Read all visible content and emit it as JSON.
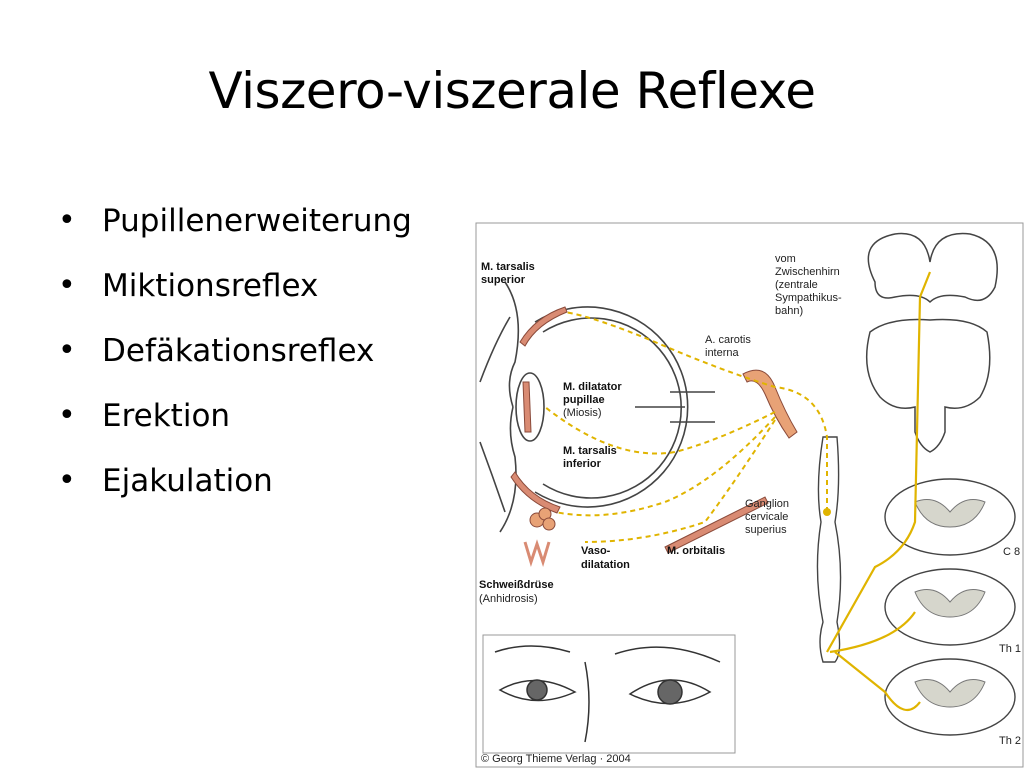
{
  "title": "Viszero-viszerale Reflexe",
  "bullets": [
    "Pupillenerweiterung",
    "Miktionsreflex",
    "Defäkationsreflex",
    "Erektion",
    "Ejakulation"
  ],
  "figure": {
    "labels": {
      "tarsalis_superior_1": "M. tarsalis",
      "tarsalis_superior_2": "superior",
      "dilatator_1": "M. dilatator",
      "dilatator_2": "pupillae",
      "dilatator_3": "(Miosis)",
      "tarsalis_inferior_1": "M. tarsalis",
      "tarsalis_inferior_2": "inferior",
      "carotis_1": "A. carotis",
      "carotis_2": "interna",
      "zwischenhirn_1": "vom",
      "zwischenhirn_2": "Zwischenhirn",
      "zwischenhirn_3": "(zentrale",
      "zwischenhirn_4": "Sympathikus-",
      "zwischenhirn_5": "bahn)",
      "ganglion_1": "Ganglion",
      "ganglion_2": "cervicale",
      "ganglion_3": "superius",
      "vaso_1": "Vaso-",
      "vaso_2": "dilatation",
      "orbitalis": "M. orbitalis",
      "schweiss_1": "Schweißdrüse",
      "schweiss_2": "(Anhidrosis)",
      "c8": "C 8",
      "th1": "Th 1",
      "th2": "Th 2",
      "copyright": "© Georg Thieme Verlag · 2004"
    },
    "colors": {
      "nerve": "#e0b400",
      "muscle": "#d98b73",
      "outline": "#444444",
      "gray_matter": "#d6d6cc"
    }
  }
}
